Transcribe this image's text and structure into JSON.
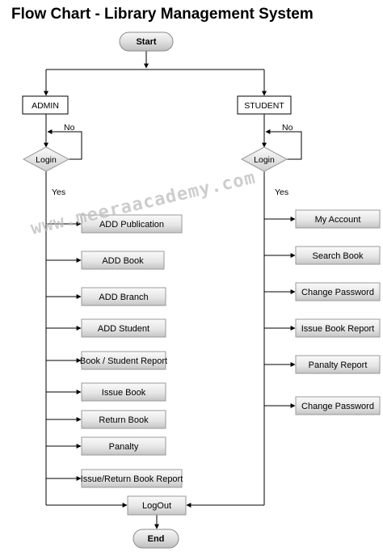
{
  "title": "Flow Chart - Library Management System",
  "watermark": "www.meeraacademy.com",
  "nodes": {
    "start": "Start",
    "end": "End",
    "logout": "LogOut",
    "admin": "ADMIN",
    "student": "STUDENT",
    "admin_login": "Login",
    "student_login": "Login"
  },
  "edge_labels": {
    "admin_no": "No",
    "admin_yes": "Yes",
    "student_no": "No",
    "student_yes": "Yes"
  },
  "admin_actions": [
    "ADD Publication",
    "ADD Book",
    "ADD Branch",
    "ADD Student",
    "Book / Student Report",
    "Issue Book",
    "Return Book",
    "Panalty",
    "Issue/Return Book Report"
  ],
  "student_actions": [
    "My Account",
    "Search Book",
    "Change Password",
    "Issue Book Report",
    "Panalty Report",
    "Change Password"
  ],
  "colors": {
    "node_fill_light": "#f4f4f4",
    "node_fill_dark": "#c9c9c9",
    "line": "#000000"
  }
}
